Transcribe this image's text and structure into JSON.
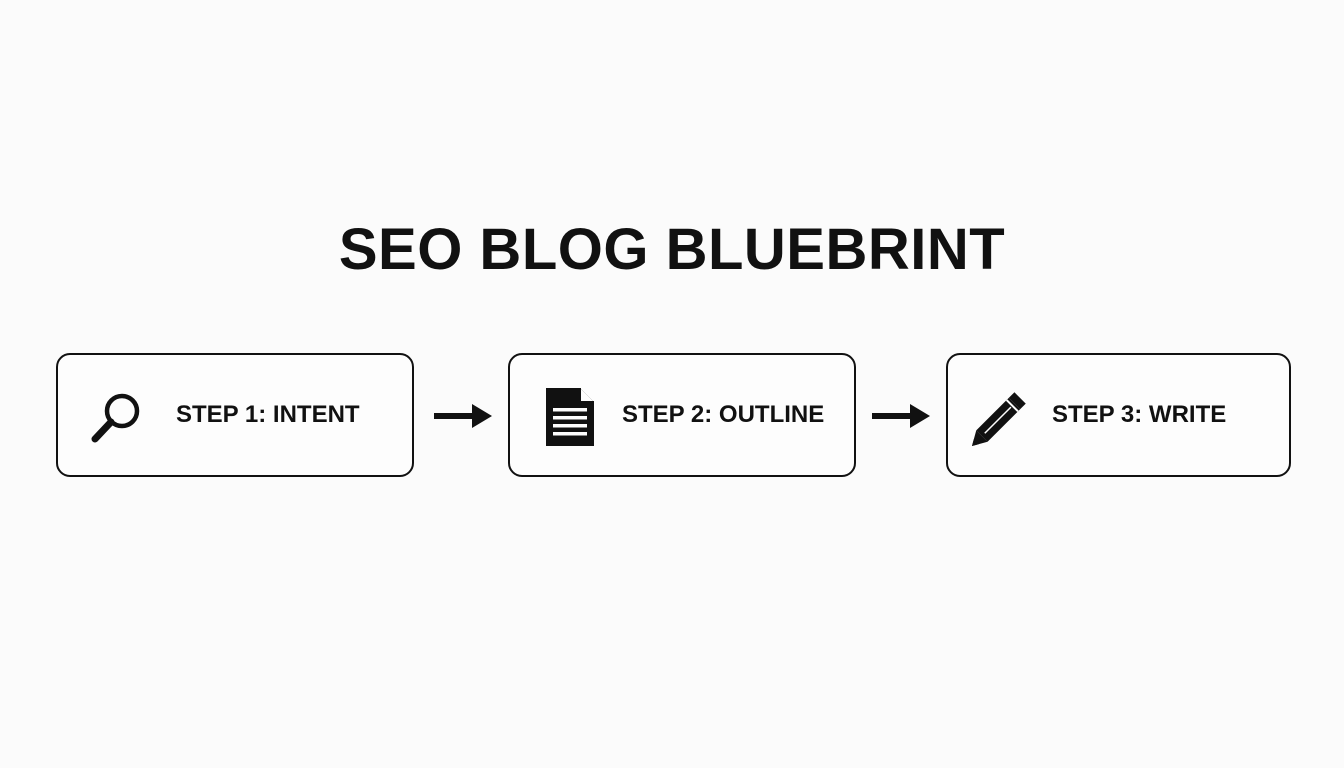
{
  "title": "SEO BLOG BLUEBRINT",
  "steps": [
    {
      "label": "STEP 1: INTENT",
      "icon": "magnifying-glass-icon"
    },
    {
      "label": "STEP 2: OUTLINE",
      "icon": "document-icon"
    },
    {
      "label": "STEP 3: WRITE",
      "icon": "pencil-icon"
    }
  ],
  "colors": {
    "background": "#fbfbfb",
    "ink": "#111111"
  }
}
